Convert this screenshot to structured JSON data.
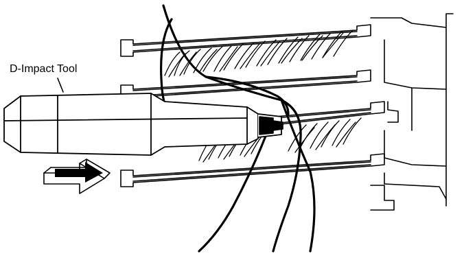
{
  "figure": {
    "tool_label": "D-Impact Tool"
  },
  "colors": {
    "ink": "#000000",
    "paper": "#ffffff"
  },
  "icons": {
    "arrow": "push-direction-arrow",
    "tool": "impact-tool",
    "block": "punch-down-block"
  }
}
